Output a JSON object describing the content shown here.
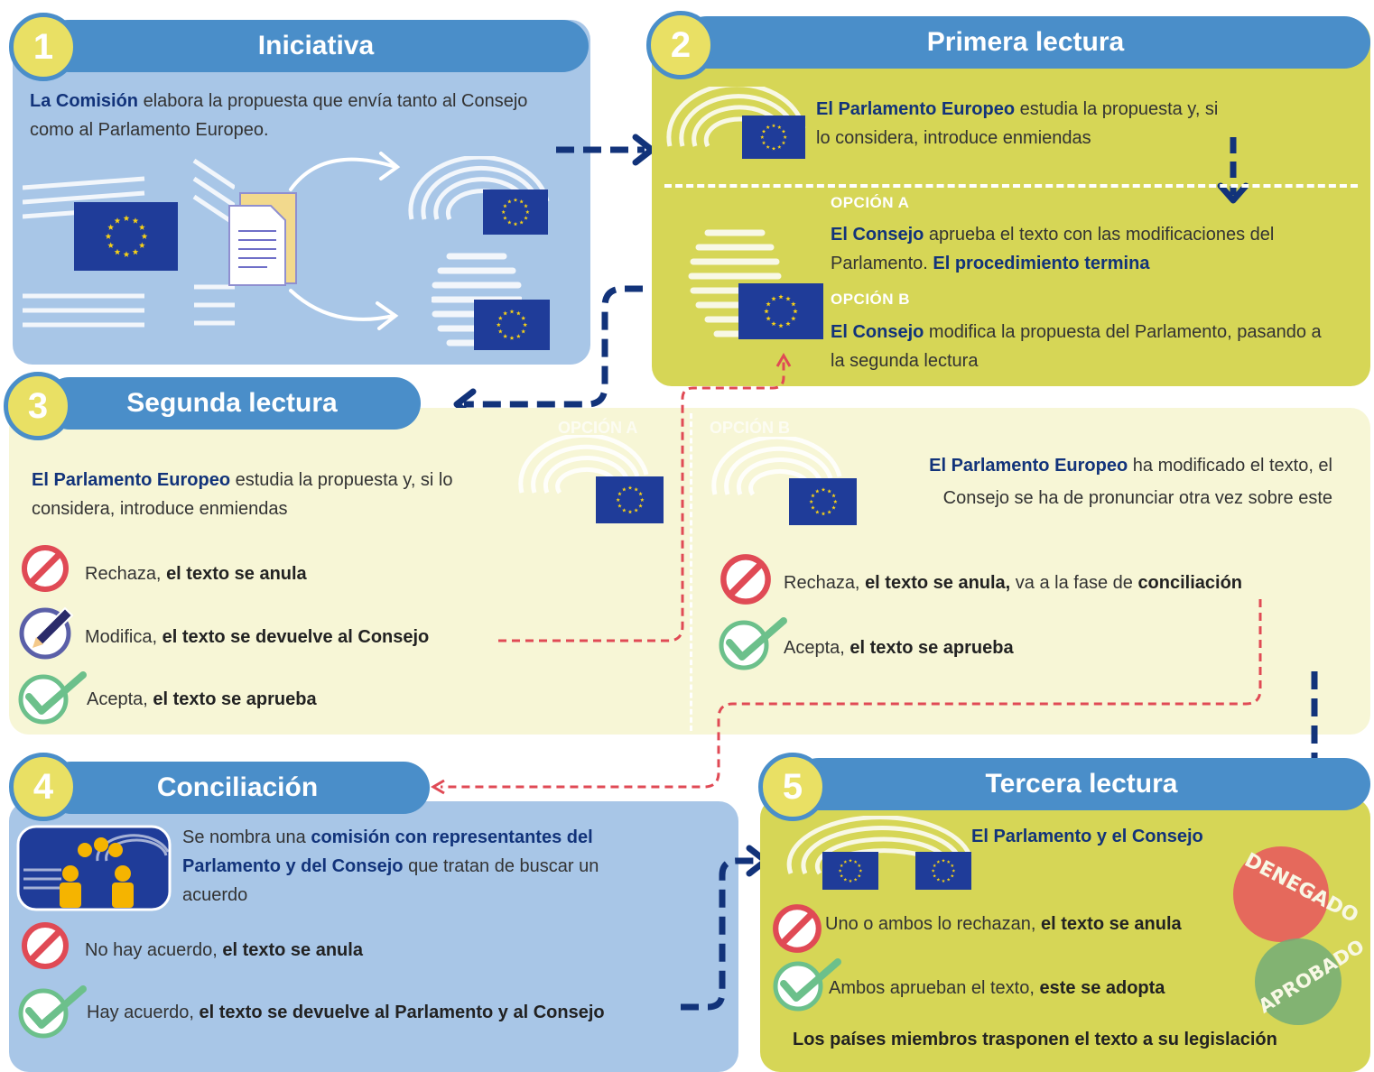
{
  "steps": [
    {
      "number": "1",
      "title": "Iniciativa"
    },
    {
      "number": "2",
      "title": "Primera lectura"
    },
    {
      "number": "3",
      "title": "Segunda lectura"
    },
    {
      "number": "4",
      "title": "Conciliación"
    },
    {
      "number": "5",
      "title": "Tercera lectura"
    }
  ],
  "iniciativa": {
    "actor": "La Comisión",
    "text": " elabora la propuesta que envía tanto al Consejo como al Parlamento Europeo."
  },
  "primera": {
    "actor": "El Parlamento Europeo",
    "text": " estudia la propuesta y, si lo considera, introduce enmiendas",
    "option_a_label": "OPCIÓN A",
    "option_a_actor": "El Consejo",
    "option_a_text": " aprueba el texto con las modificaciones del Parlamento. ",
    "option_a_bold": "El procedimiento termina",
    "option_b_label": "OPCIÓN B",
    "option_b_actor": "El Consejo",
    "option_b_text": " modifica la propuesta del Parlamento, pasando a la segunda lectura"
  },
  "segunda": {
    "ghost_a": "OPCIÓN A",
    "ghost_b": "OPCIÓN B",
    "a_actor": "El Parlamento Europeo",
    "a_text": " estudia la propuesta y, si lo considera, introduce enmiendas",
    "a_items": [
      {
        "icon": "reject-icon",
        "text": "Rechaza, ",
        "bold": "el texto se anula"
      },
      {
        "icon": "pencil-icon",
        "text": "Modifica, ",
        "bold": "el texto se devuelve al Consejo"
      },
      {
        "icon": "check-icon",
        "text": "Acepta, ",
        "bold": "el texto se aprueba"
      }
    ],
    "b_actor": "El Parlamento Europeo",
    "b_text": " ha modificado el texto, el Consejo se ha de pronunciar otra vez sobre este",
    "b_reject_text": "Rechaza, ",
    "b_reject_bold": "el texto se anula,",
    "b_reject_text2": " va a la fase de ",
    "b_reject_bold2": "conciliación",
    "b_accept_text": "Acepta, ",
    "b_accept_bold": "el texto se aprueba"
  },
  "conciliacion": {
    "text1": "Se nombra una ",
    "actor": "comisión con representantes del Parlamento y del Consejo",
    "text2": " que tratan de buscar un acuerdo",
    "no_text": "No hay acuerdo, ",
    "no_bold": "el texto se anula",
    "yes_text": "Hay acuerdo, ",
    "yes_bold": "el texto se devuelve al Parlamento y al Consejo"
  },
  "tercera": {
    "actor": "El Parlamento y el Consejo",
    "reject_text": "Uno o ambos lo rechazan, ",
    "reject_bold": "el texto se anula",
    "accept_text": "Ambos aprueban el texto, ",
    "accept_bold": "este se adopta",
    "footer": "Los países miembros trasponen el texto a su legislación",
    "stamp_denied": "DENEGADO",
    "stamp_approved": "APROBADO"
  },
  "colors": {
    "header_blue": "#4a8ec9",
    "panel_blue": "#a8c6e7",
    "panel_olive": "#d6d656",
    "panel_cream": "#f7f6d6",
    "navy": "#12337a",
    "eu_flag": "#1f3c99",
    "eu_star": "#f7d117",
    "reject": "#e04a55",
    "accept": "#6cc08b",
    "pencil": "#5a5fa8"
  }
}
